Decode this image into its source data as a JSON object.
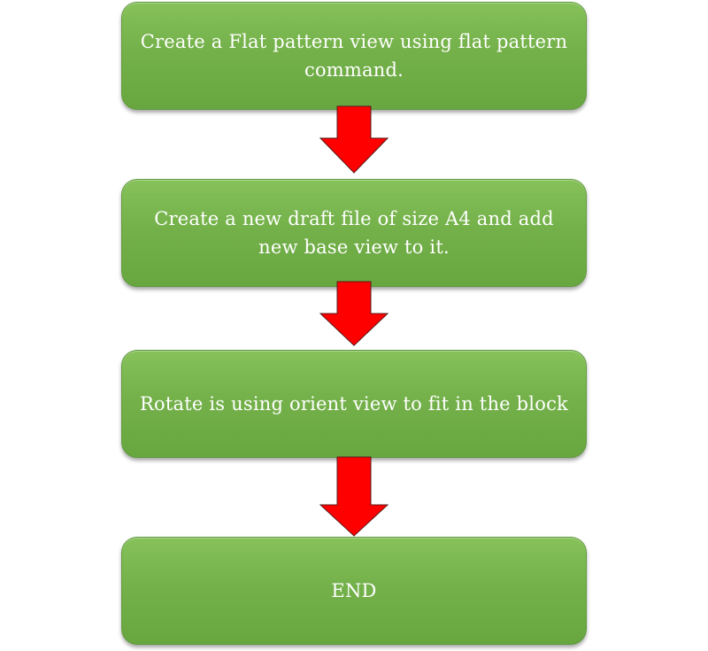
{
  "flowchart": {
    "steps": [
      {
        "label": "Create a Flat pattern view using flat pattern command."
      },
      {
        "label": "Create a new draft file of size A4 and add new base view to it."
      },
      {
        "label": "Rotate is using orient view to fit in the block"
      },
      {
        "label": "END"
      }
    ]
  },
  "colors": {
    "box_fill": "#74b14a",
    "box_border": "#5f9a3e",
    "arrow_fill": "#ff0000",
    "arrow_border": "#5a1a1a",
    "text": "#ffffff"
  }
}
